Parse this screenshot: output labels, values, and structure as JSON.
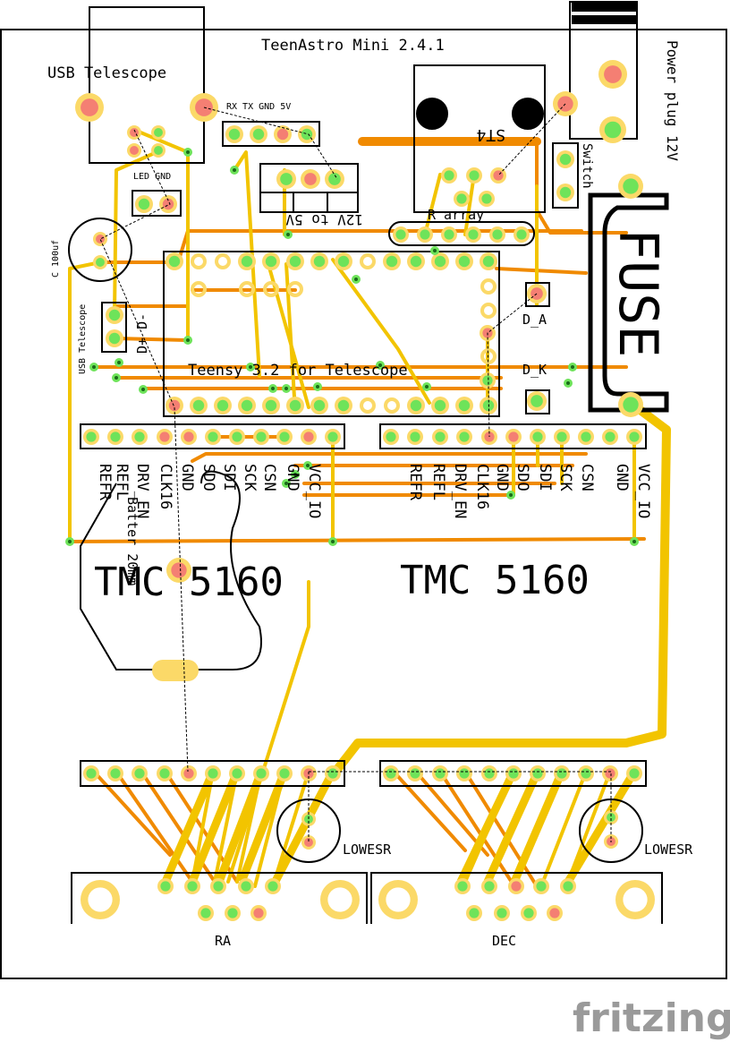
{
  "board": {
    "title": "TeenAstro Mini 2.4.1",
    "usb_label": "USB Telescope",
    "usb_vertical_label": "USB Telescope",
    "serial_header_label": "RX TX GND 5V",
    "led_header_label": "LED GND",
    "capacitor_label": "C 100uf",
    "dplus_dminus_label": "D+ D-",
    "regulator_label": "12V to 5V",
    "st4_label": "ST4",
    "r_array_label": "R array",
    "power_plug_label": "Power plug 12V",
    "switch_label": "Switch",
    "fuse_label": "FUSE",
    "d_a_label": "D_A",
    "d_k_label": "D_K",
    "teensy_label": "Teensy 3.2 for Telescope",
    "battery_label": "Batter 20mm",
    "driver_pins": [
      "REFR",
      "REFL",
      "DRV_EN",
      "CLK16",
      "GND",
      "SDO",
      "SDI",
      "SCK",
      "CSN",
      "GND",
      "VCC_IO"
    ],
    "tmc_left_label": "TMC 5160",
    "tmc_right_label": "TMC 5160",
    "lowesr_left_label": "LOWESR",
    "lowesr_right_label": "LOWESR",
    "ra_label": "RA",
    "dec_label": "DEC",
    "logo": "fritzing"
  },
  "colors": {
    "top_trace": "#f2c400",
    "bottom_trace": "#f08a00",
    "pad_ring": "#fbd968",
    "pad_connected": "#6ee35a",
    "pad_unrouted": "#f47f73",
    "silkscreen": "#000000",
    "logo": "#9a9a9a"
  }
}
